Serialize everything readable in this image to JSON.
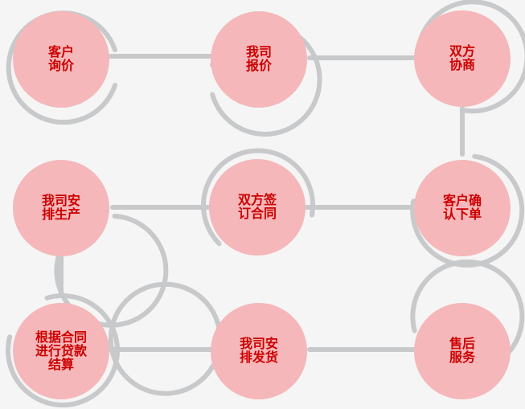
{
  "diagram": {
    "colors": {
      "background": "#f5f5f5",
      "circle_fill": "#f5b7b9",
      "label_text": "#cc0000",
      "connector": "#c8c9cb"
    },
    "steps": [
      {
        "label": "客户\n询价"
      },
      {
        "label": "我司\n报价"
      },
      {
        "label": "双方\n协商"
      },
      {
        "label": "客户确\n认下单"
      },
      {
        "label": "双方签\n订合同"
      },
      {
        "label": "我司安\n排生产"
      },
      {
        "label": "根据合同\n进行贷款\n结算"
      },
      {
        "label": "我司安\n排发货"
      },
      {
        "label": "售后\n服务"
      }
    ]
  }
}
